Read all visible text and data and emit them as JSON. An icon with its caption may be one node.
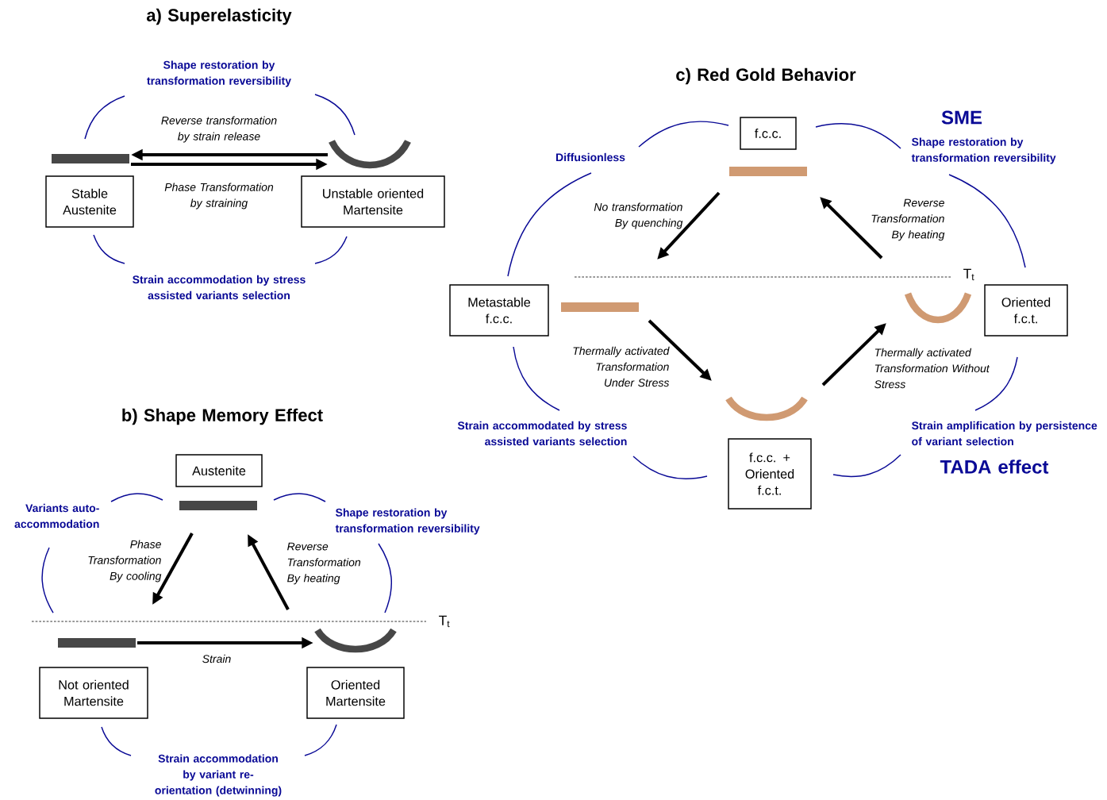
{
  "diagram": {
    "nodes": [
      {
        "text": [
          "Stable Austenite"
        ]
      },
      {
        "text": [
          "Unstable oriented Martensite"
        ]
      },
      {
        "text": [],
        "shape": "bar"
      },
      {
        "text": [],
        "shape": "arc"
      },
      {
        "text": [
          "Austenite"
        ]
      },
      {
        "text": [],
        "shape": "bar"
      },
      {
        "text": [
          "Not oriented Martensite"
        ]
      },
      {
        "text": [],
        "shape": "bar"
      },
      {
        "text": [
          "Oriented Martensite"
        ]
      },
      {
        "text": [],
        "shape": "arc"
      },
      {
        "text": [
          "f.c.c."
        ]
      },
      {
        "text": [],
        "shape": "bar"
      },
      {
        "text": [
          "Metastable f.c.c."
        ]
      },
      {
        "text": [],
        "shape": "bar"
      },
      {
        "text": [
          "Oriented f.c.t."
        ]
      },
      {
        "text": [],
        "shape": "arc"
      },
      {
        "text": [
          "f.c.c. + Oriented f.c.t."
        ]
      },
      {
        "text": [],
        "shape": "arc"
      }
    ],
    "edges": [
      {
        "from": 3,
        "to": 2,
        "arrow": "to",
        "label": "Reverse transformation by strain release"
      },
      {
        "from": 2,
        "to": 3,
        "arrow": "to",
        "label": "Phase Transformation by straining"
      },
      {
        "from": 5,
        "to": 7,
        "arrow": "to",
        "label": "Phase Transformation By cooling"
      },
      {
        "from": 9,
        "to": 5,
        "arrow": "to",
        "label": "Reverse Transformation By heating"
      },
      {
        "from": 7,
        "to": 9,
        "arrow": "to",
        "label": "Strain"
      },
      {
        "from": 11,
        "to": 13,
        "arrow": "to",
        "label": "No transformation By quenching"
      },
      {
        "from": 15,
        "to": 11,
        "arrow": "to",
        "label": "Reverse Transformation By heating"
      },
      {
        "from": 13,
        "to": 17,
        "arrow": "to",
        "label": "Thermally activated Transformation Under Stress"
      },
      {
        "from": 17,
        "to": 15,
        "arrow": "to",
        "label": "Thermally activated Transformation Without Stress"
      }
    ],
    "labels": [
      "a) Superelasticity",
      "Shape restoration by transformation reversibility",
      "Strain accommodation by stress assisted variants selection",
      "b) Shape Memory Effect",
      "Variants auto-accommodation",
      "Shape restoration by transformation reversibility",
      "T$_{t}$",
      "Strain accommodation by variant re-orientation (detwinning)",
      "c) Red Gold Behavior",
      "SME",
      "Diffusionless",
      "Shape restoration by transformation reversibility",
      "T$_{t}$",
      "Strain accommodated by stress assisted variants selection",
      "Strain amplification by persistence of variant selection",
      "TADA effect"
    ]
  }
}
